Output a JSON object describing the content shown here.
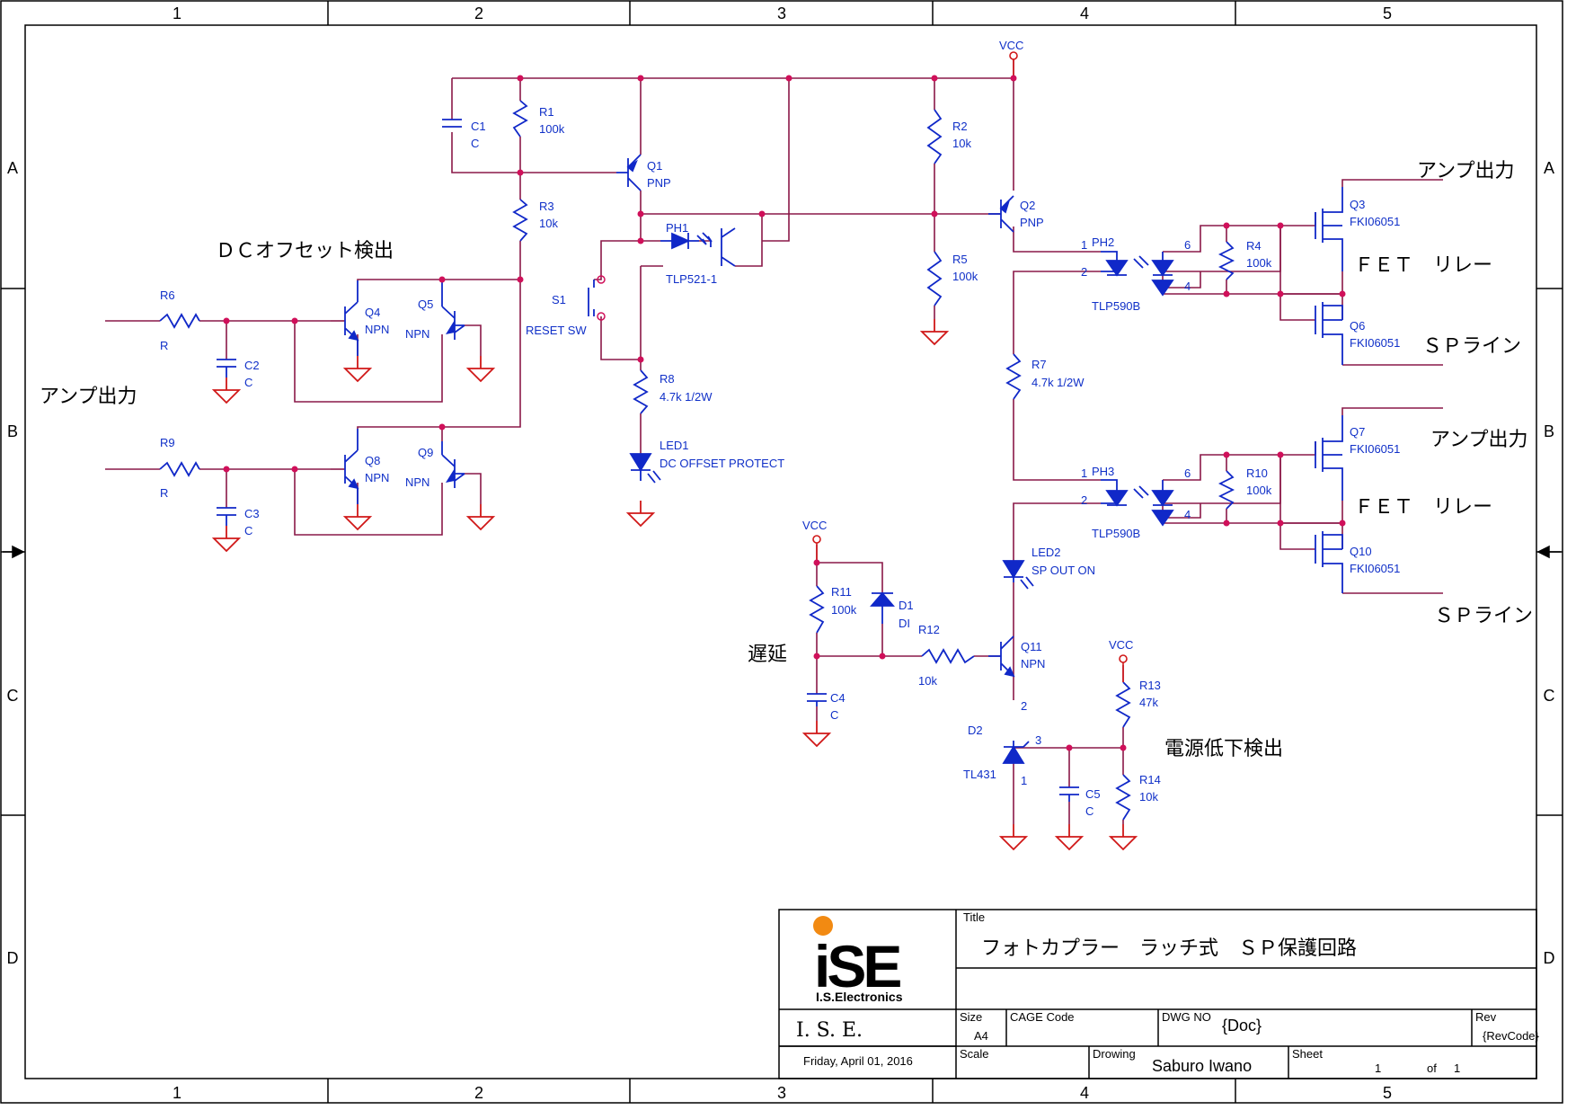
{
  "zones": {
    "cols": [
      "1",
      "2",
      "3",
      "4",
      "5"
    ],
    "rows": [
      "A",
      "B",
      "C",
      "D"
    ]
  },
  "annotations": {
    "dc_offset": "ＤＣオフセット検出",
    "amp_in": "アンプ出力",
    "amp_out_1": "アンプ出力",
    "amp_out_2": "アンプ出力",
    "fet_relay_1": "ＦＥＴ　リレー",
    "fet_relay_2": "ＦＥＴ　リレー",
    "sp_line_1": "ＳＰライン",
    "sp_line_2": "ＳＰライン",
    "delay": "遅延",
    "undervoltage": "電源低下検出"
  },
  "nets": {
    "vcc": "VCC"
  },
  "components": {
    "C1": {
      "ref": "C1",
      "value": "C"
    },
    "R1": {
      "ref": "R1",
      "value": "100k"
    },
    "Q1": {
      "ref": "Q1",
      "value": "PNP"
    },
    "R3": {
      "ref": "R3",
      "value": "10k"
    },
    "R2": {
      "ref": "R2",
      "value": "10k"
    },
    "Q2": {
      "ref": "Q2",
      "value": "PNP"
    },
    "R5": {
      "ref": "R5",
      "value": "100k"
    },
    "PH1": {
      "ref": "PH1",
      "value": "TLP521-1"
    },
    "S1": {
      "ref": "S1",
      "value": "RESET SW"
    },
    "R8": {
      "ref": "R8",
      "value": "4.7k 1/2W"
    },
    "LED1": {
      "ref": "LED1",
      "value": "DC OFFSET PROTECT"
    },
    "R6": {
      "ref": "R6",
      "value": "R"
    },
    "C2": {
      "ref": "C2",
      "value": "C"
    },
    "Q4": {
      "ref": "Q4",
      "value": "NPN"
    },
    "Q5": {
      "ref": "Q5",
      "value": "NPN"
    },
    "R9": {
      "ref": "R9",
      "value": "R"
    },
    "C3": {
      "ref": "C3",
      "value": "C"
    },
    "Q8": {
      "ref": "Q8",
      "value": "NPN"
    },
    "Q9": {
      "ref": "Q9",
      "value": "NPN"
    },
    "PH2": {
      "ref": "PH2",
      "value": "TLP590B"
    },
    "PH3": {
      "ref": "PH3",
      "value": "TLP590B"
    },
    "R4": {
      "ref": "R4",
      "value": "100k"
    },
    "R10": {
      "ref": "R10",
      "value": "100k"
    },
    "Q3": {
      "ref": "Q3",
      "value": "FKI06051"
    },
    "Q6": {
      "ref": "Q6",
      "value": "FKI06051"
    },
    "Q7": {
      "ref": "Q7",
      "value": "FKI06051"
    },
    "Q10": {
      "ref": "Q10",
      "value": "FKI06051"
    },
    "R7": {
      "ref": "R7",
      "value": "4.7k 1/2W"
    },
    "LED2": {
      "ref": "LED2",
      "value": "SP OUT ON"
    },
    "R11": {
      "ref": "R11",
      "value": "100k"
    },
    "D1": {
      "ref": "D1",
      "value": "DI"
    },
    "R12": {
      "ref": "R12",
      "value": "10k"
    },
    "C4": {
      "ref": "C4",
      "value": "C"
    },
    "Q11": {
      "ref": "Q11",
      "value": "NPN"
    },
    "D2": {
      "ref": "D2",
      "value": "TL431"
    },
    "C5": {
      "ref": "C5",
      "value": "C"
    },
    "R13": {
      "ref": "R13",
      "value": "47k"
    },
    "R14": {
      "ref": "R14",
      "value": "10k"
    }
  },
  "pins": {
    "ph_1": "1",
    "ph_2": "2",
    "ph_6": "6",
    "ph_4": "4",
    "d2_1": "1",
    "d2_2": "2",
    "d2_3": "3"
  },
  "title_block": {
    "logo_text": "iSE",
    "logo_sub": "I.S.Electronics",
    "title_label": "Title",
    "title": "フォトカプラー　ラッチ式　ＳＰ保護回路",
    "company": "I. S. E.",
    "date": "Friday, April 01, 2016",
    "size_label": "Size",
    "size": "A4",
    "cage_label": "CAGE Code",
    "dwg_label": "DWG NO",
    "dwg": "{Doc}",
    "rev_label": "Rev",
    "rev": "{RevCode}",
    "scale_label": "Scale",
    "drawing_label": "Drowing",
    "drawing": "Saburo Iwano",
    "sheet_label": "Sheet",
    "sheet": "1",
    "of_label": "of",
    "of": "1"
  },
  "colors": {
    "wire": "#8a1848",
    "symbol": "#1028c8",
    "ground": "#d01818",
    "junction": "#d0105a",
    "logo_orange": "#f28a12"
  }
}
